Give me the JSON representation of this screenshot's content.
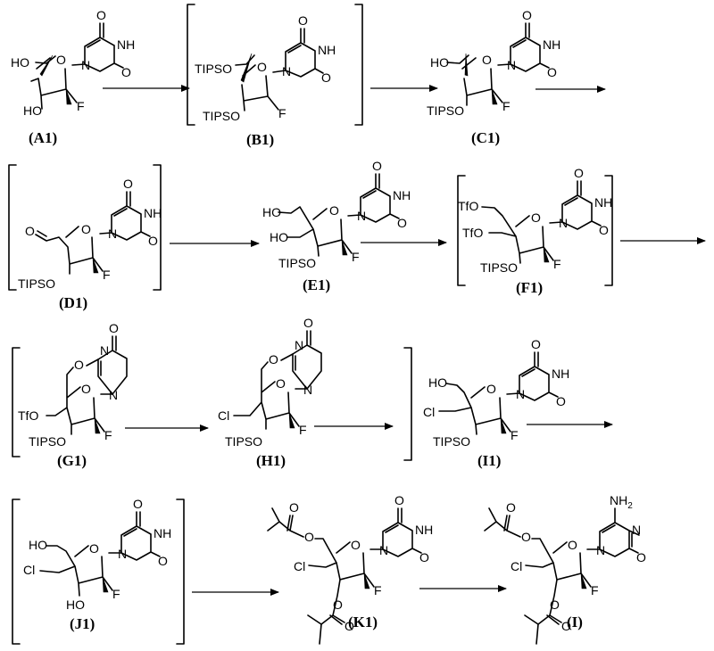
{
  "compounds": {
    "A1": {
      "caption": "(A1)",
      "g5": "HO",
      "g3": "HO",
      "f": "F",
      "n1": "N",
      "n3": "NH",
      "o2": "O",
      "o4": "O",
      "ring_o": "O"
    },
    "B1": {
      "caption": "(B1)",
      "g5": "TIPSO",
      "g3": "TIPSO",
      "f": "F",
      "n1": "N",
      "n3": "NH",
      "o2": "O",
      "o4": "O",
      "ring_o": "O"
    },
    "C1": {
      "caption": "(C1)",
      "g5": "HO",
      "g3": "TIPSO",
      "f": "F",
      "n1": "N",
      "n3": "NH",
      "o2": "O",
      "o4": "O",
      "ring_o": "O"
    },
    "D1": {
      "caption": "(D1)",
      "g5": "O",
      "g3": "TIPSO",
      "f": "F",
      "n1": "N",
      "n3": "NH",
      "o2": "O",
      "o4": "O",
      "ring_o": "O"
    },
    "E1": {
      "caption": "(E1)",
      "g5": "HO",
      "g4": "HO",
      "g3": "TIPSO",
      "f": "F",
      "n1": "N",
      "n3": "NH",
      "o2": "O",
      "o4": "O",
      "ring_o": "O"
    },
    "F1": {
      "caption": "(F1)",
      "g5": "TfO",
      "g4": "TfO",
      "g3": "TIPSO",
      "f": "F",
      "n1": "N",
      "n3": "NH",
      "o2": "O",
      "o4": "O",
      "ring_o": "O"
    },
    "G1": {
      "caption": "(G1)",
      "g4": "TfO",
      "g3": "TIPSO",
      "f": "F",
      "n1": "N",
      "n3": "N",
      "o4": "O",
      "ring_o": "O",
      "bridge_o": "O"
    },
    "H1": {
      "caption": "(H1)",
      "g4": "Cl",
      "g3": "TIPSO",
      "f": "F",
      "n1": "N",
      "n3": "N",
      "o4": "O",
      "ring_o": "O",
      "bridge_o": "O"
    },
    "I1": {
      "caption": "(I1)",
      "g5": "HO",
      "g4": "Cl",
      "g3": "TIPSO",
      "f": "F",
      "n1": "N",
      "n3": "NH",
      "o2": "O",
      "o4": "O",
      "ring_o": "O"
    },
    "J1": {
      "caption": "(J1)",
      "g5": "HO",
      "g4": "Cl",
      "g3": "HO",
      "f": "F",
      "n1": "N",
      "n3": "NH",
      "o2": "O",
      "o4": "O",
      "ring_o": "O"
    },
    "K1": {
      "caption": "(K1)",
      "g4": "Cl",
      "f": "F",
      "n1": "N",
      "n3": "NH",
      "o2": "O",
      "o4": "O",
      "ring_o": "O",
      "ester5_o": "O",
      "ester5_co": "O",
      "ester3_o": "O",
      "ester3_co": "O"
    },
    "I": {
      "caption": "(I)",
      "g4": "Cl",
      "f": "F",
      "n1": "N",
      "n3": "N",
      "o2": "O",
      "nh2": "NH",
      "nh2_sub": "2",
      "ring_o": "O",
      "ester5_o": "O",
      "ester5_co": "O",
      "ester3_o": "O",
      "ester3_co": "O"
    }
  },
  "colors": {
    "ink": "#000000",
    "background": "#ffffff"
  }
}
